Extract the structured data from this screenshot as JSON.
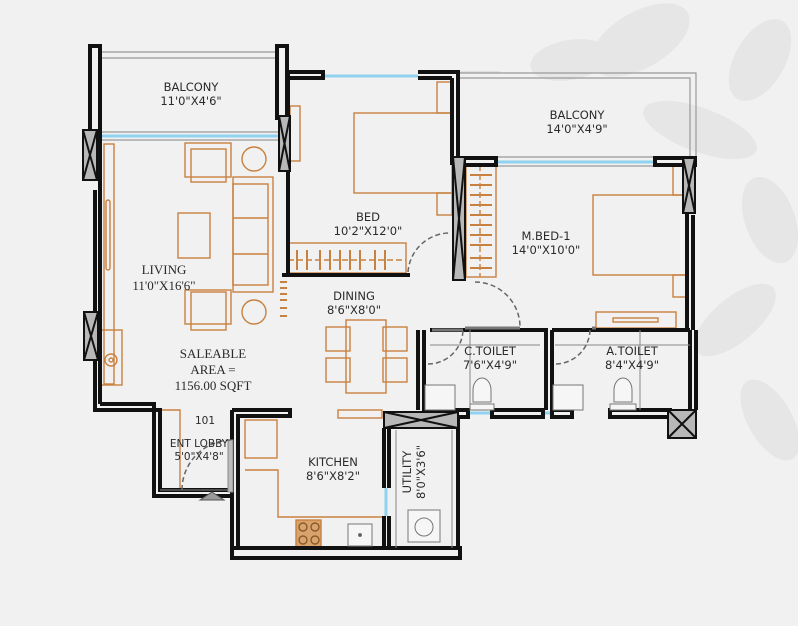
{
  "plan": {
    "unit_number": "101",
    "saleable_area": {
      "line1": "SALEABLE",
      "line2": "AREA =",
      "line3": "1156.00 SQFT"
    },
    "rooms": {
      "balcony_living": {
        "name": "BALCONY",
        "size": "11'0\"X4'6\""
      },
      "balcony_master": {
        "name": "BALCONY",
        "size": "14'0\"X4'9\""
      },
      "bed": {
        "name": "BED",
        "size": "10'2\"X12'0\""
      },
      "master_bed": {
        "name": "M.BED-1",
        "size": "14'0\"X10'0\""
      },
      "living": {
        "name": "LIVING",
        "size": "11'0\"X16'6\""
      },
      "dining": {
        "name": "DINING",
        "size": "8'6\"X8'0\""
      },
      "common_toilet": {
        "name": "C.TOILET",
        "size": "7'6\"X4'9\""
      },
      "attached_toilet": {
        "name": "A.TOILET",
        "size": "8'4\"X4'9\""
      },
      "entrance_lobby": {
        "name": "ENT LOBBY",
        "size": "5'0\"X4'8\""
      },
      "kitchen": {
        "name": "KITCHEN",
        "size": "8'6\"X8'2\""
      },
      "utility": {
        "name": "UTILITY",
        "size": "8'0\"X3'6\""
      }
    },
    "colors": {
      "background": "#f1f1f1",
      "wall": "#111111",
      "furniture": "#c8813f",
      "window_glass": "#8fd3f0",
      "column_fill": "#b8b8b8",
      "balcony_rail": "#9a9a9a",
      "leaf_watermark": "#e4e4e4"
    }
  }
}
